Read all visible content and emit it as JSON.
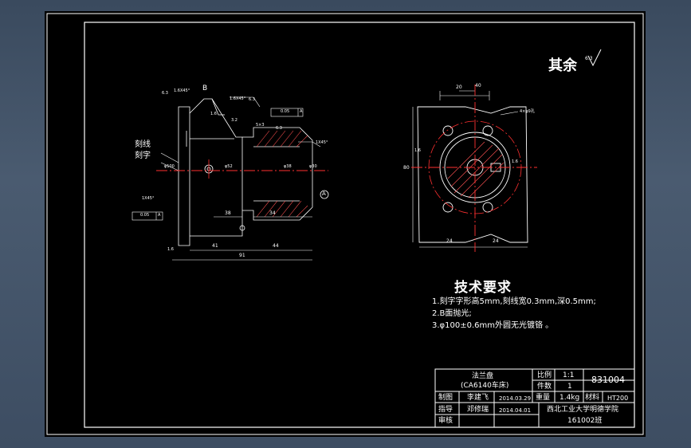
{
  "drawing": {
    "surface_note": "其余",
    "roughness_value": "6.3",
    "left_view_labels": {
      "engrave_line": "刻线",
      "engrave_char": "刻字",
      "datum_b": "B",
      "datum_a": "A",
      "chamfer_1": "1.6X45°",
      "chamfer_2": "1.6X45°",
      "chamfer_3": "1X45°",
      "chamfer_4": "1X45°",
      "fcf_top_value": "0.05",
      "fcf_top_datum": "A",
      "fcf_left_value": "0.05",
      "fcf_left_datum": "A",
      "dim_38": "38",
      "dim_34": "34",
      "dim_41": "41",
      "dim_44": "44",
      "dim_91": "91",
      "dim_5x3": "5×3",
      "dim_phi30": "φ30",
      "dim_phi38": "φ38",
      "dim_phi52": "φ52",
      "dim_phi100": "φ100",
      "rough_1": "6.3",
      "rough_2": "6.3",
      "rough_3": "1.6",
      "rough_4": "3.2",
      "rough_5": "1.6",
      "rough_6": "6.3"
    },
    "right_view_labels": {
      "dim_20": "20",
      "dim_40": "40",
      "dim_24_left": "24",
      "dim_24_right": "24",
      "dim_80": "80",
      "hole_callout": "4×φ9孔",
      "rough_left": "1.6",
      "rough_right": "1.6"
    }
  },
  "tech": {
    "title": "技术要求",
    "items": [
      "1.刻字字形高5mm,刻线宽0.3mm,深0.5mm;",
      "2.B面抛光;",
      "3.φ100±0.6mm外圆无光镀铬 。"
    ]
  },
  "title_block": {
    "part_name": "法兰盘",
    "part_sub": "(CA6140车床)",
    "scale_label": "比例",
    "scale_value": "1:1",
    "qty_label": "件数",
    "qty_value": "1",
    "drawing_no": "831004",
    "drawn_label": "制图",
    "drawn_name": "李建飞",
    "drawn_date": "2014.03.29",
    "weight_label": "重量",
    "weight_value": "1.4kg",
    "material_label": "材料",
    "material_value": "HT200",
    "checker_label": "指导",
    "checker_name": "邓修瑞",
    "checker_date": "2014.04.01",
    "school": "西北工业大学明德学院",
    "class_no": "161002班",
    "review_label": "审核"
  }
}
